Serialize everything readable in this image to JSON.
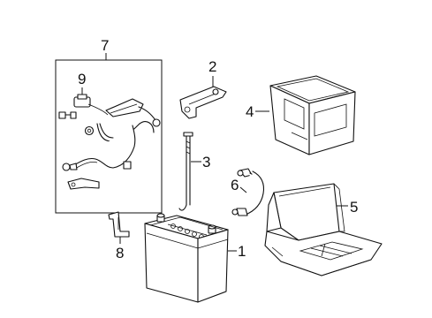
{
  "callouts": {
    "c1": "1",
    "c2": "2",
    "c3": "3",
    "c4": "4",
    "c5": "5",
    "c6": "6",
    "c7": "7",
    "c8": "8",
    "c9": "9"
  },
  "parts": [
    {
      "number": "1",
      "name": "battery"
    },
    {
      "number": "2",
      "name": "battery-hold-down-bracket"
    },
    {
      "number": "3",
      "name": "battery-hold-down-bolt"
    },
    {
      "number": "4",
      "name": "battery-cover"
    },
    {
      "number": "5",
      "name": "battery-tray"
    },
    {
      "number": "6",
      "name": "ground-cable"
    },
    {
      "number": "7",
      "name": "battery-cable-assembly"
    },
    {
      "number": "8",
      "name": "mounting-bracket"
    },
    {
      "number": "9",
      "name": "terminal-clamp"
    }
  ]
}
